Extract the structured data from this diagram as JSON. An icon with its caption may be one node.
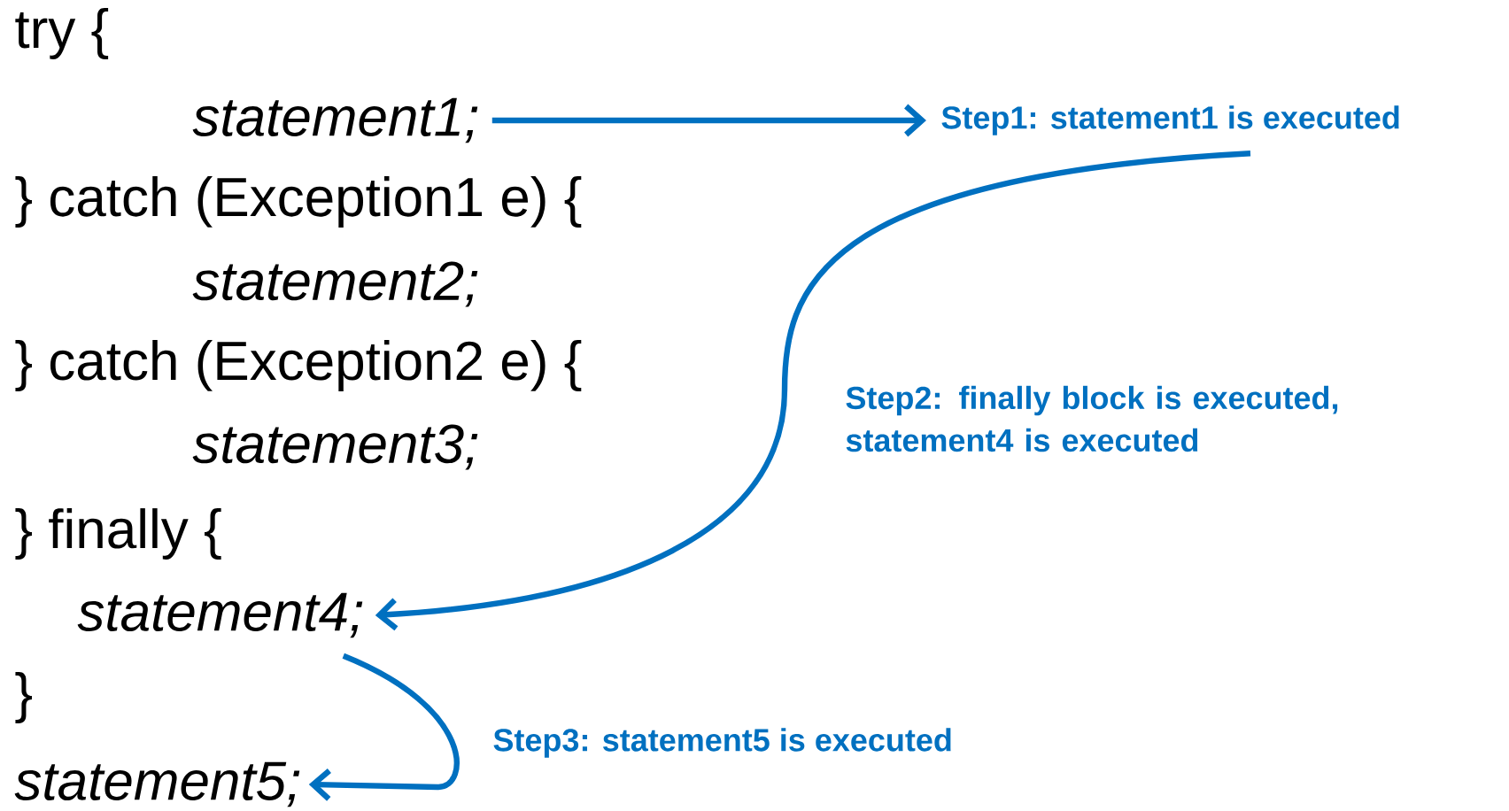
{
  "diagram": {
    "nodes": [
      {
        "text": [
          "statement1;"
        ]
      },
      {
        "text": [
          "Step1: statement1 is executed"
        ]
      },
      {
        "text": [
          "statement4;"
        ]
      },
      {
        "text": [
          "statement5;"
        ]
      }
    ],
    "edges": [
      {
        "from": 0,
        "to": 1,
        "arrow": "to"
      },
      {
        "from": 1,
        "to": 2,
        "arrow": "to",
        "label": "Step2: finally block is executed, statement4 is executed"
      },
      {
        "from": 2,
        "to": 3,
        "arrow": "to",
        "label": "Step3: statement5 is executed"
      }
    ],
    "labels": [
      "try {",
      "} catch (Exception1 e) {",
      "statement2;",
      "} catch (Exception2 e) {",
      "statement3;",
      "} finally {",
      "}"
    ]
  }
}
